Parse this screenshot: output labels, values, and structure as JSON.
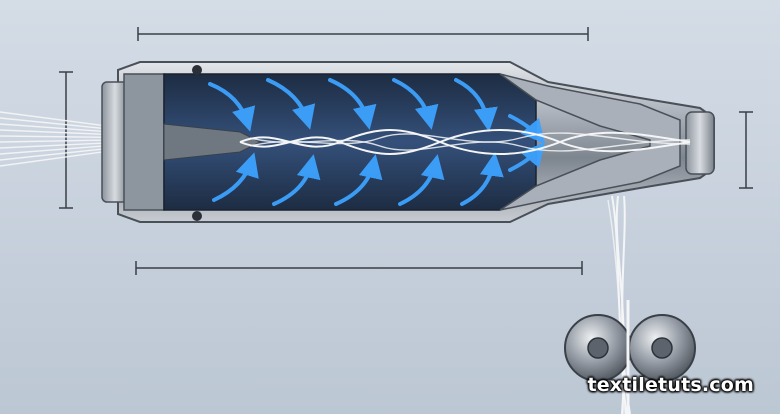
{
  "watermark": {
    "text": "textiletuts.com"
  },
  "colors": {
    "background": "#c9d3df",
    "chamber": "#2a3f5c",
    "metal": "#9aa2ad",
    "airflow": "#3da2ff",
    "yarn": "#f4f5f6",
    "dimension_line": "#3a3f47"
  },
  "icons": [
    "air-jet-nozzle",
    "airflow-arrow",
    "filament-yarn",
    "delivery-roller"
  ]
}
